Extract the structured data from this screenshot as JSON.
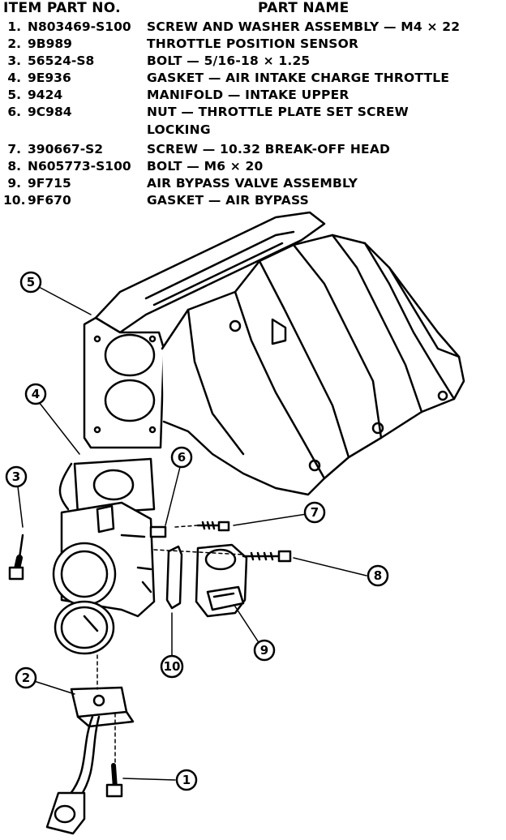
{
  "table": {
    "header_part_no": "ITEM PART NO.",
    "header_part_name": "PART NAME",
    "rows": [
      {
        "num": "1.",
        "part_no": "N803469-S100",
        "name": "SCREW AND WASHER ASSEMBLY — M4 × 22"
      },
      {
        "num": "2.",
        "part_no": "9B989",
        "name": "THROTTLE POSITION SENSOR"
      },
      {
        "num": "3.",
        "part_no": "56524-S8",
        "name": "BOLT — 5/16-18 × 1.25"
      },
      {
        "num": "4.",
        "part_no": "9E936",
        "name": "GASKET — AIR INTAKE CHARGE THROTTLE"
      },
      {
        "num": "5.",
        "part_no": "9424",
        "name": "MANIFOLD — INTAKE UPPER"
      },
      {
        "num": "6.",
        "part_no": "9C984",
        "name": "NUT — THROTTLE PLATE SET SCREW",
        "name_cont": "LOCKING"
      },
      {
        "num": "7.",
        "part_no": "390667-S2",
        "name": "SCREW — 10.32 BREAK-OFF HEAD"
      },
      {
        "num": "8.",
        "part_no": "N605773-S100",
        "name": "BOLT — M6 × 20"
      },
      {
        "num": "9.",
        "part_no": "9F715",
        "name": "AIR BYPASS VALVE ASSEMBLY"
      },
      {
        "num": "10.",
        "part_no": "9F670",
        "name": "GASKET — AIR BYPASS"
      }
    ]
  },
  "callouts": [
    "1",
    "2",
    "3",
    "4",
    "5",
    "6",
    "7",
    "8",
    "9",
    "10"
  ]
}
